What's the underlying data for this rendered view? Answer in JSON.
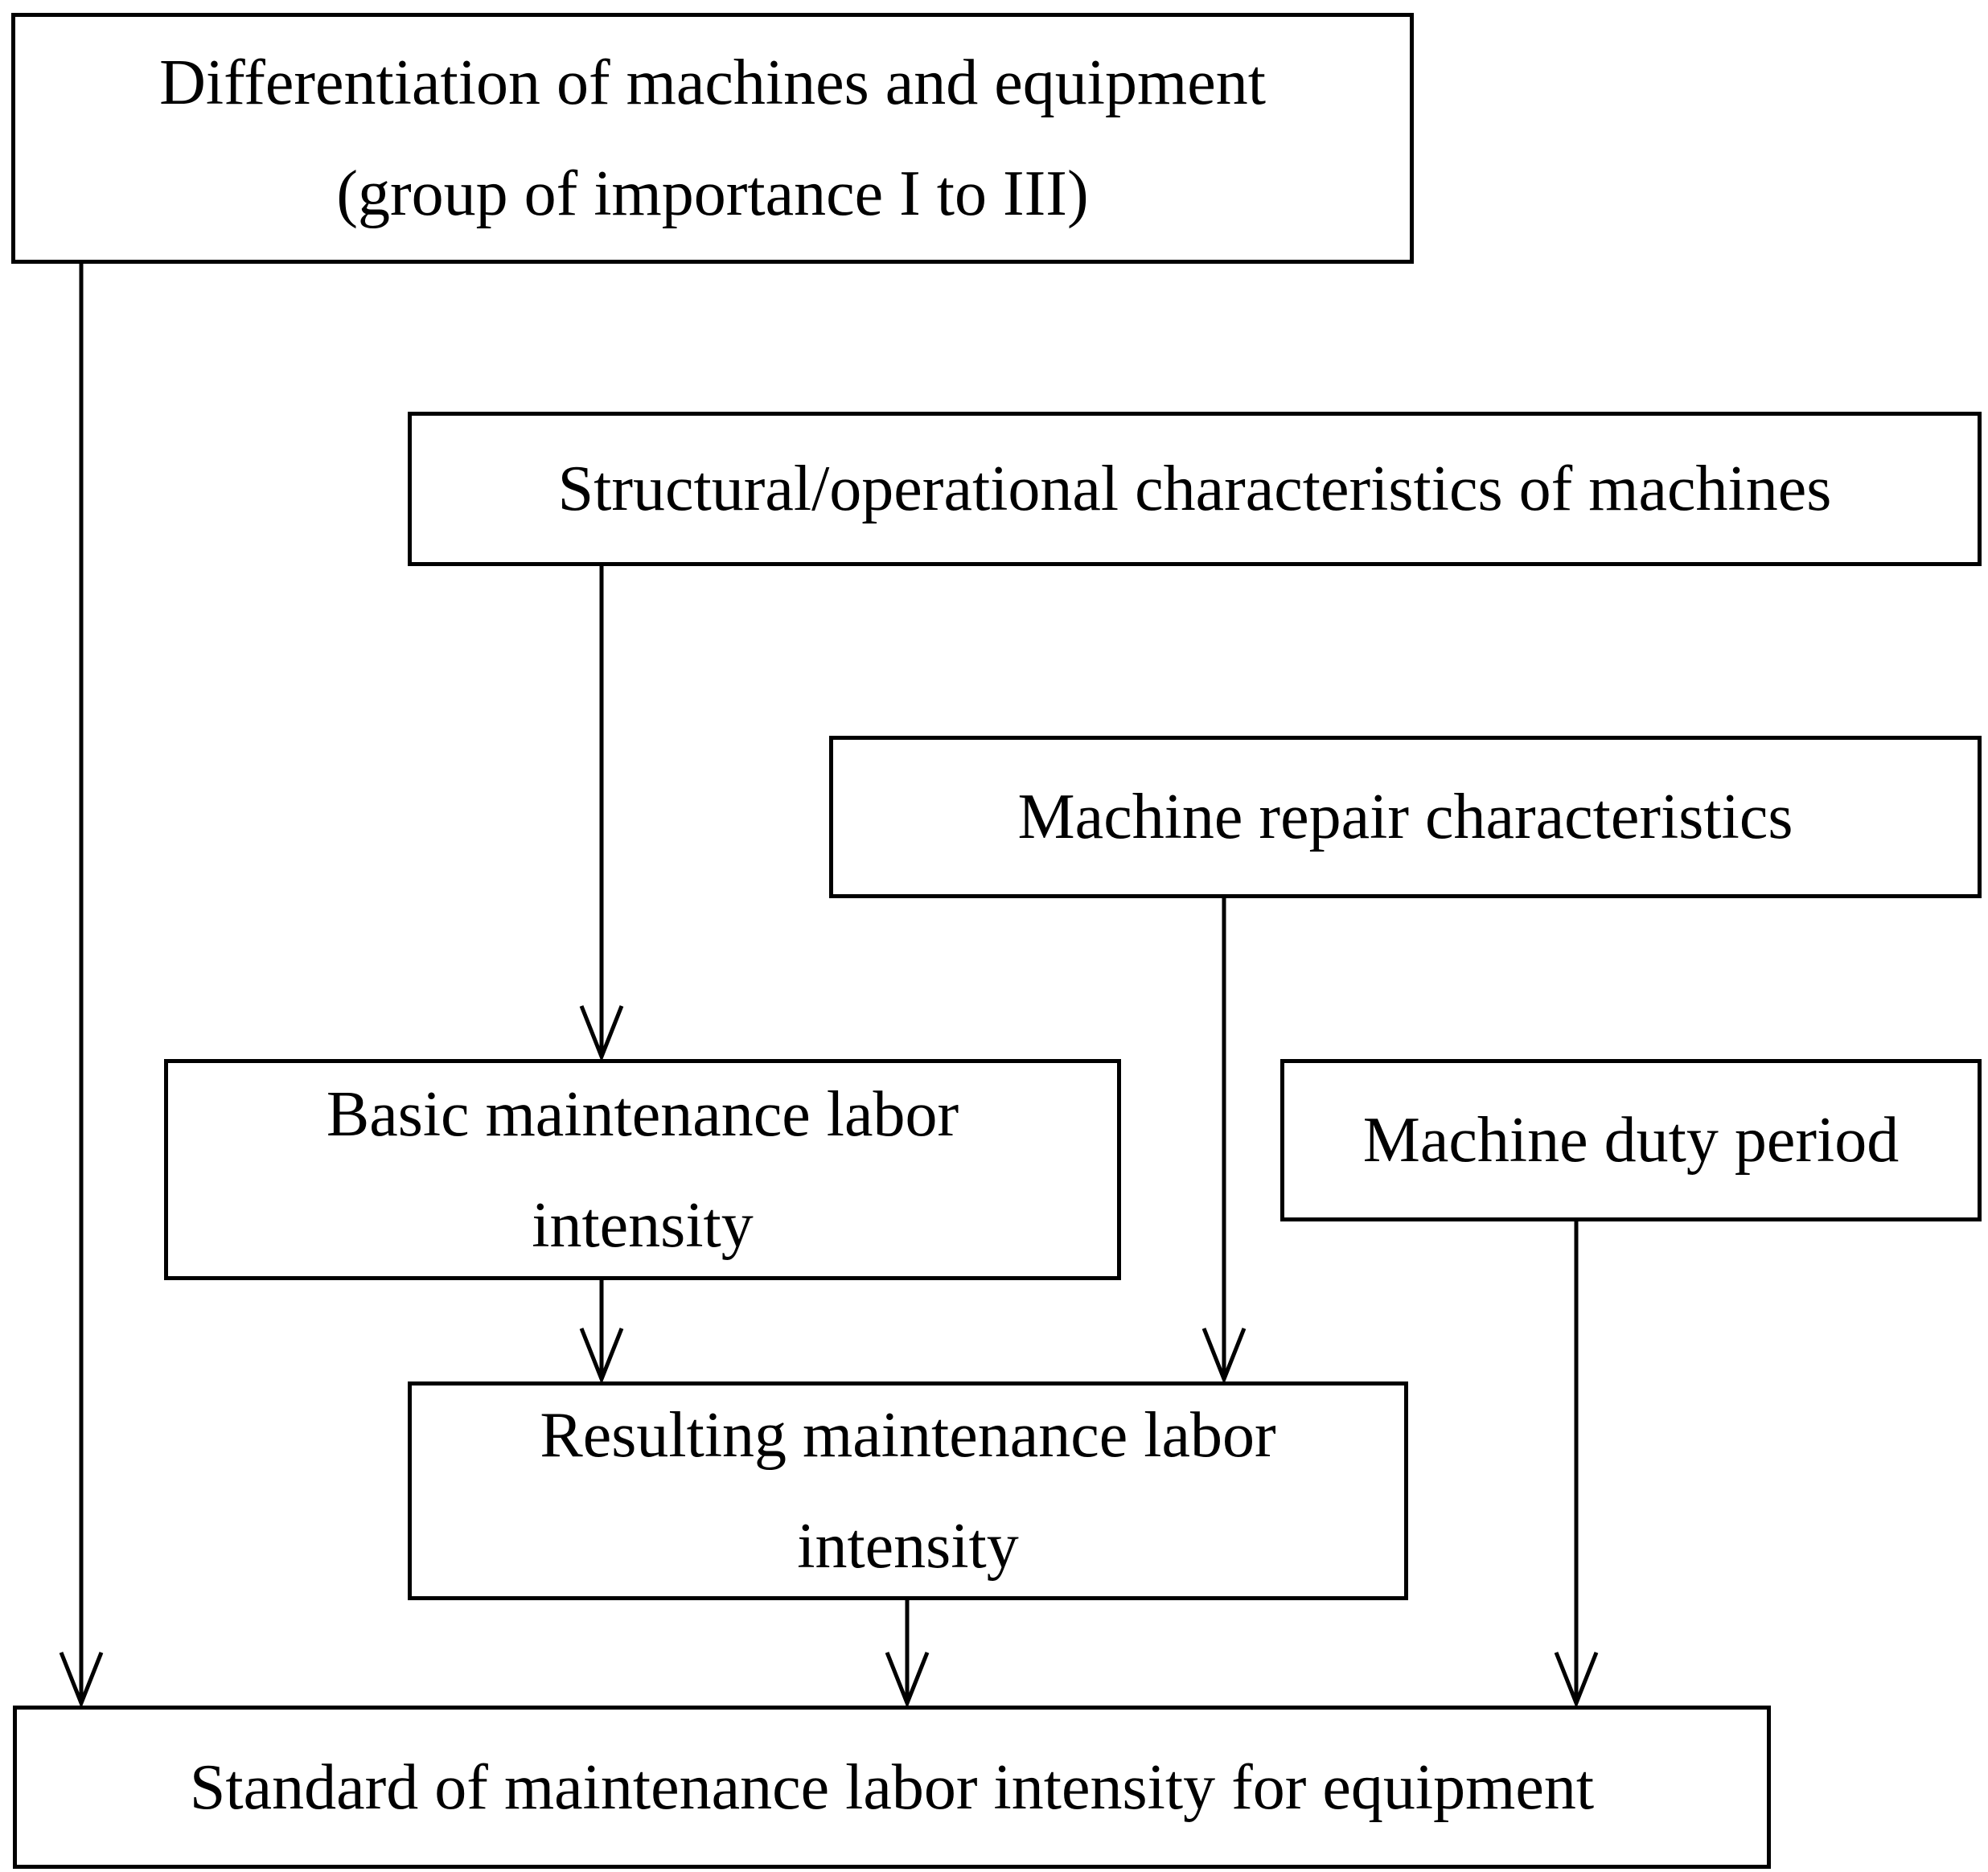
{
  "diagram": {
    "nodes": {
      "differentiation": {
        "line1": "Differentiation of machines and equipment",
        "line2": "(group of importance I to III)"
      },
      "structural": {
        "text": "Structural/operational characteristics of machines"
      },
      "repair": {
        "text": "Machine repair characteristics"
      },
      "basic": {
        "line1": "Basic maintenance labor",
        "line2": "intensity"
      },
      "duty": {
        "text": "Machine duty period"
      },
      "resulting": {
        "line1": "Resulting maintenance labor",
        "line2": "intensity"
      },
      "standard": {
        "text": "Standard of maintenance labor intensity for equipment"
      }
    },
    "edges": [
      {
        "from": "differentiation",
        "to": "standard"
      },
      {
        "from": "structural",
        "to": "basic"
      },
      {
        "from": "repair",
        "to": "resulting"
      },
      {
        "from": "basic",
        "to": "resulting"
      },
      {
        "from": "resulting",
        "to": "standard"
      },
      {
        "from": "duty",
        "to": "standard"
      }
    ],
    "colors": {
      "stroke": "#000000",
      "background": "#ffffff"
    }
  }
}
